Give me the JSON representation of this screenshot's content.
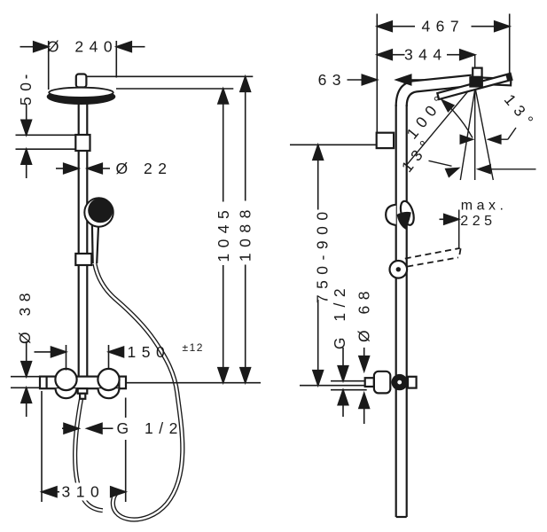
{
  "front_view": {
    "head_diameter": "Ø 240",
    "head_drop": "50",
    "pipe_diameter": "Ø 22",
    "valve_diameter": "Ø 38",
    "hose_connection": "G 1/2",
    "connection_spacing": "150",
    "connection_tolerance": "±12",
    "valve_width": "310",
    "height_to_head_face": "1045",
    "height_overall": "1088"
  },
  "side_view": {
    "reach_overall": "467",
    "reach_to_pivot": "344",
    "wall_offset": "63",
    "spray_angle": "100°",
    "tilt_angle_left": "13°",
    "tilt_angle_right": "13°",
    "max_label": "max.",
    "max_reach": "225",
    "slide_height_range": "750-900",
    "valve_thread": "G 1/2",
    "valve_body_diameter": "Ø 68"
  },
  "colors": {
    "line": "#1a1a1a",
    "background": "#ffffff"
  }
}
